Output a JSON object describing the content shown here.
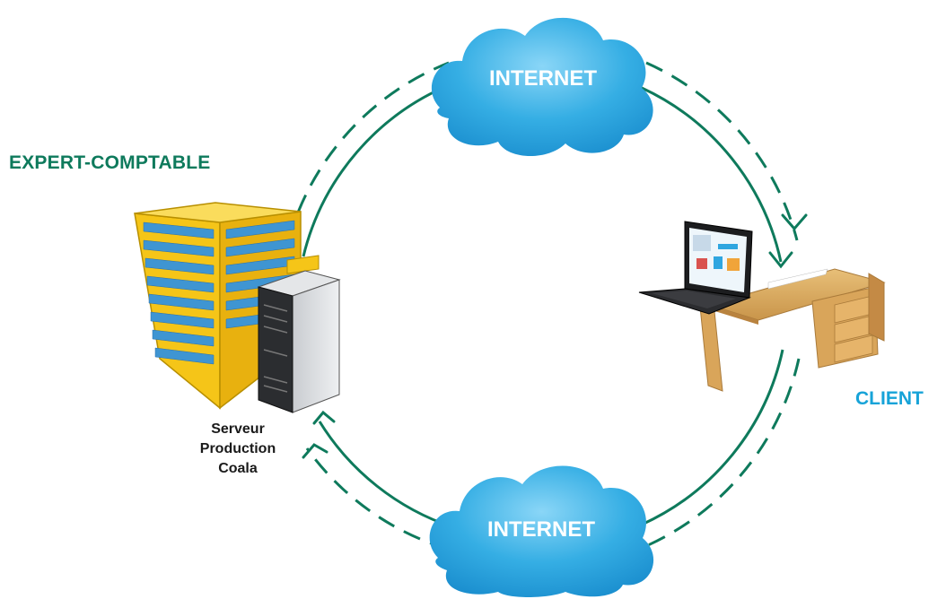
{
  "colors": {
    "green": "#0e7a5c",
    "blue_label": "#17a3d8",
    "cloud": "#2fa6e0",
    "cloud_light": "#7fd0f5",
    "building": "#f5c518",
    "window": "#3f95d2"
  },
  "labels": {
    "expert": "EXPERT-COMPTABLE",
    "client": "CLIENT",
    "server": [
      "Serveur",
      "Production",
      "Coala"
    ]
  },
  "clouds": {
    "top": "INTERNET",
    "bottom": "INTERNET"
  },
  "icons": [
    "building-icon",
    "server-tower-icon",
    "laptop-icon",
    "desk-icon",
    "cloud-icon",
    "arrow-icon"
  ]
}
